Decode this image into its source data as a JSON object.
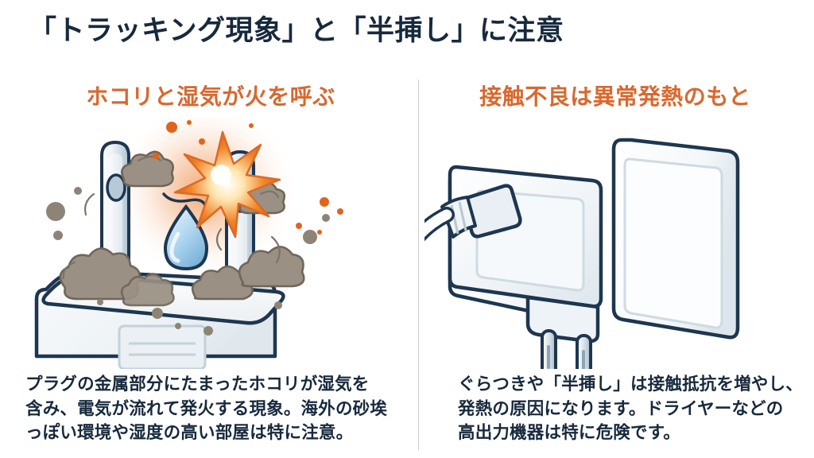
{
  "title": "「トラッキング現象」と「半挿し」に注意",
  "colors": {
    "title_navy": "#17293d",
    "heading_orange": "#d9682e",
    "spark_orange": "#e8702a",
    "droplet_blue": "#8fc4e8",
    "dust_gray": "#9a9083",
    "divider_gray": "#c9ccce",
    "background": "#ffffff"
  },
  "divider": {
    "label": "vertical-divider"
  },
  "panels": {
    "left": {
      "heading": "ホコリと湿気が火を呼ぶ",
      "illustration": {
        "name": "dusty-plug-with-spark-illustration",
        "parts": [
          "plug-body",
          "left-prong",
          "right-prong",
          "dust-clumps",
          "water-droplet",
          "electric-spark",
          "spark-glow"
        ]
      },
      "caption_lines": [
        "プラグの金属部分にたまったホコリが湿気を",
        "含み、電気が流れて発火する現象。海外の砂埃",
        "っぽい環境や湿度の高い部屋は特に注意。"
      ]
    },
    "right": {
      "heading": "接触不良は異常発熱のもと",
      "illustration": {
        "name": "half-inserted-ac-adapter-illustration",
        "parts": [
          "wall-socket-faceplate",
          "ac-adapter-body",
          "adapter-pins",
          "cable-connector",
          "power-cable"
        ]
      },
      "caption_lines": [
        "ぐらつきや「半挿し」は接触抵抗を増やし、",
        "発熱の原因になります。ドライヤーなどの",
        "高出力機器は特に危険です。"
      ]
    }
  }
}
